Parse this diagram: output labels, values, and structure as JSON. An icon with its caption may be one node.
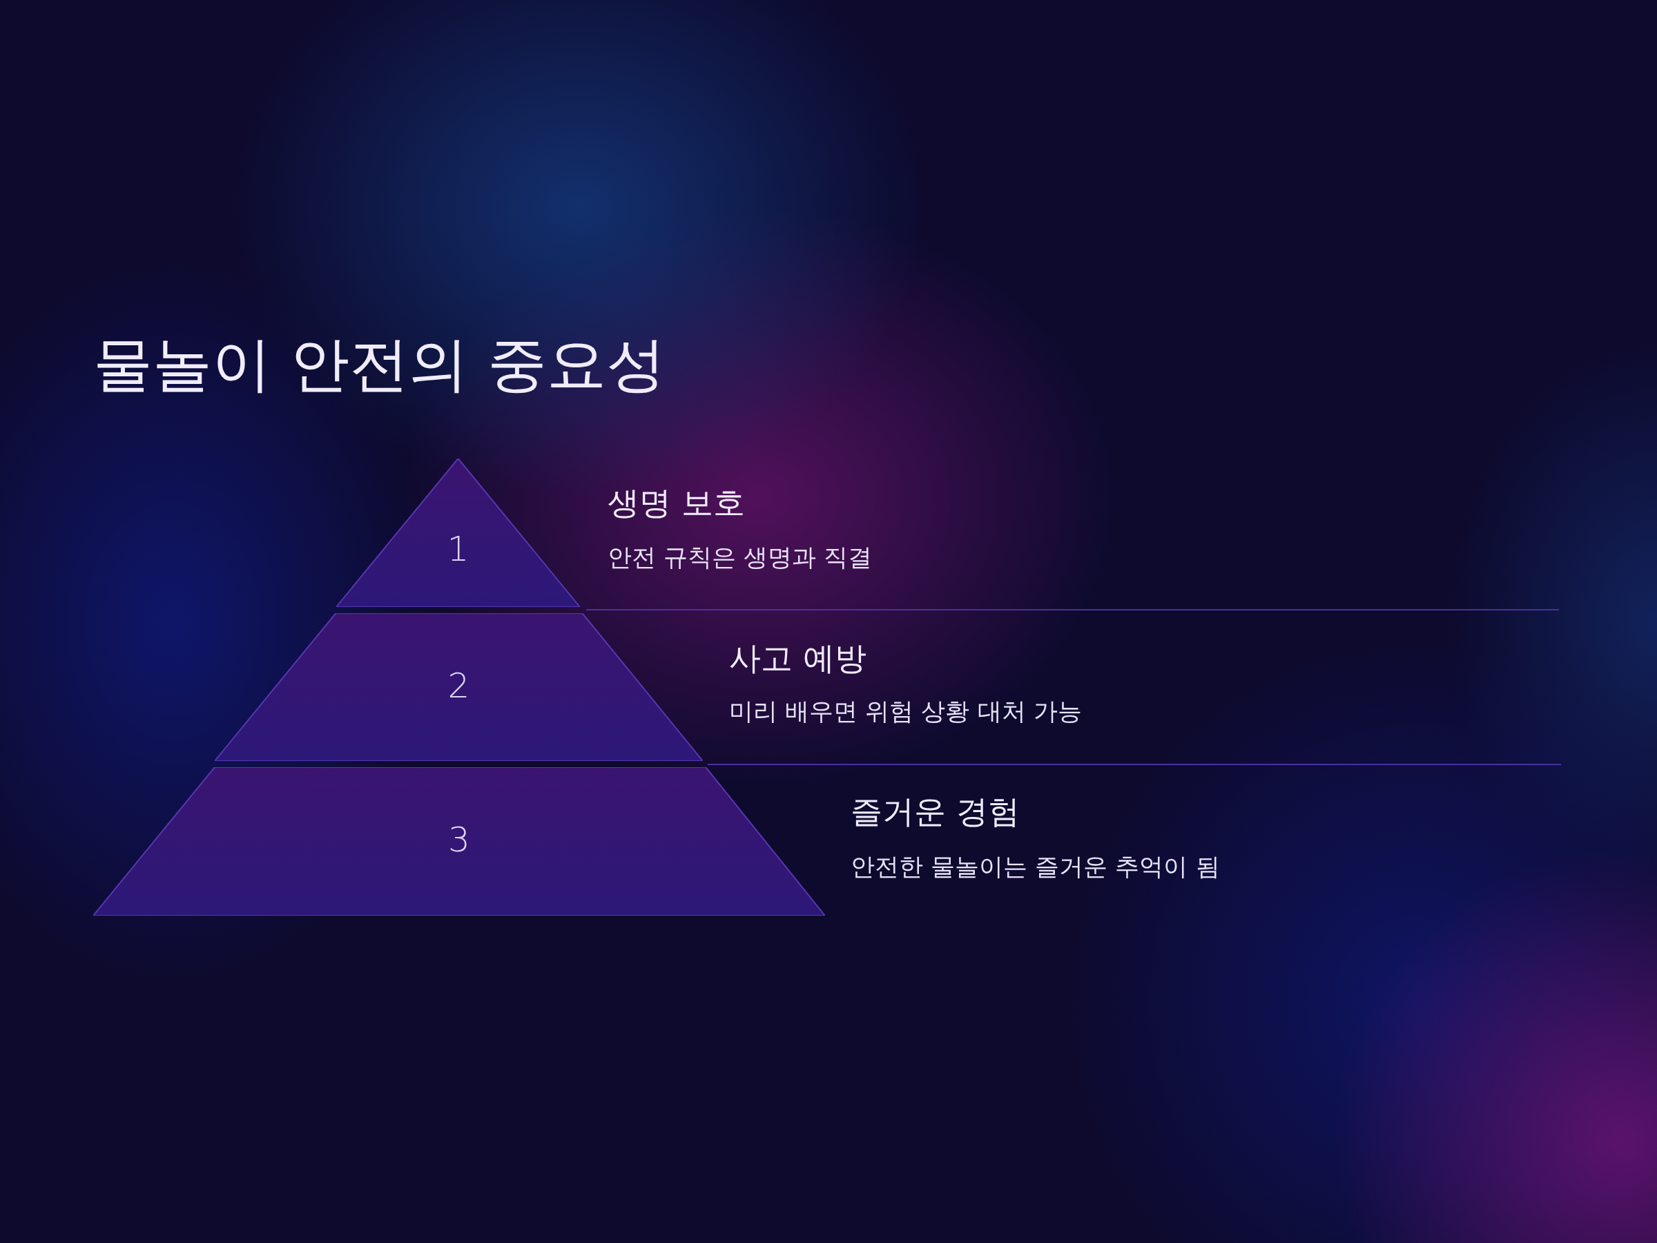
{
  "diagram": {
    "title": "물놀이 안전의 중요성",
    "nodes": [
      {
        "text": [
          "1"
        ],
        "beside": [
          "생명 보호",
          "안전 규칙은 생명과 직결"
        ]
      },
      {
        "text": [
          "2"
        ],
        "beside": [
          "사고 예방",
          "미리 배우면 위험 상황 대처 가능"
        ]
      },
      {
        "text": [
          "3"
        ],
        "beside": [
          "즐거운 경험",
          "안전한 물놀이는 즐거운 추억이 됨"
        ]
      }
    ],
    "edges": []
  }
}
